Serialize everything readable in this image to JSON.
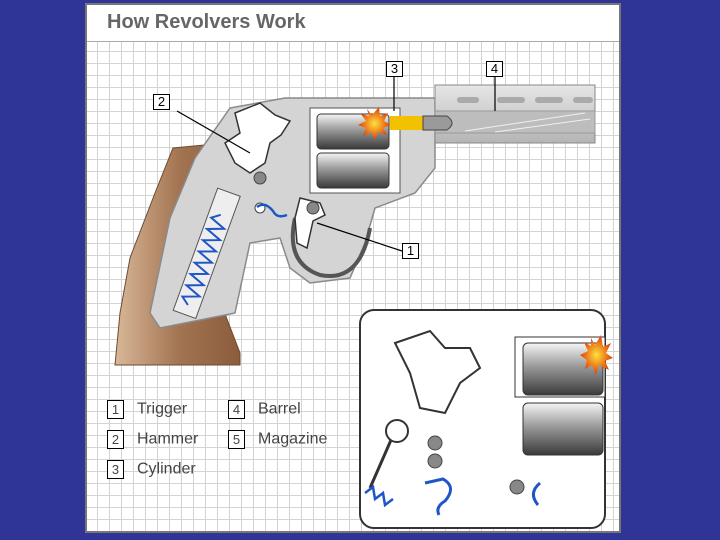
{
  "title": "How Revolvers Work",
  "callouts": {
    "c1": "1",
    "c2": "2",
    "c3": "3",
    "c4": "4"
  },
  "legend": [
    {
      "num": "1",
      "label": "Trigger"
    },
    {
      "num": "2",
      "label": "Hammer"
    },
    {
      "num": "3",
      "label": "Cylinder"
    },
    {
      "num": "4",
      "label": "Barrel"
    },
    {
      "num": "5",
      "label": "Magazine"
    }
  ],
  "colors": {
    "background": "#2f3597",
    "grip": "#b58a64",
    "metal": "#cfcfcf",
    "bullet_tip": "#f2c200",
    "spring": "#1f56c7"
  }
}
